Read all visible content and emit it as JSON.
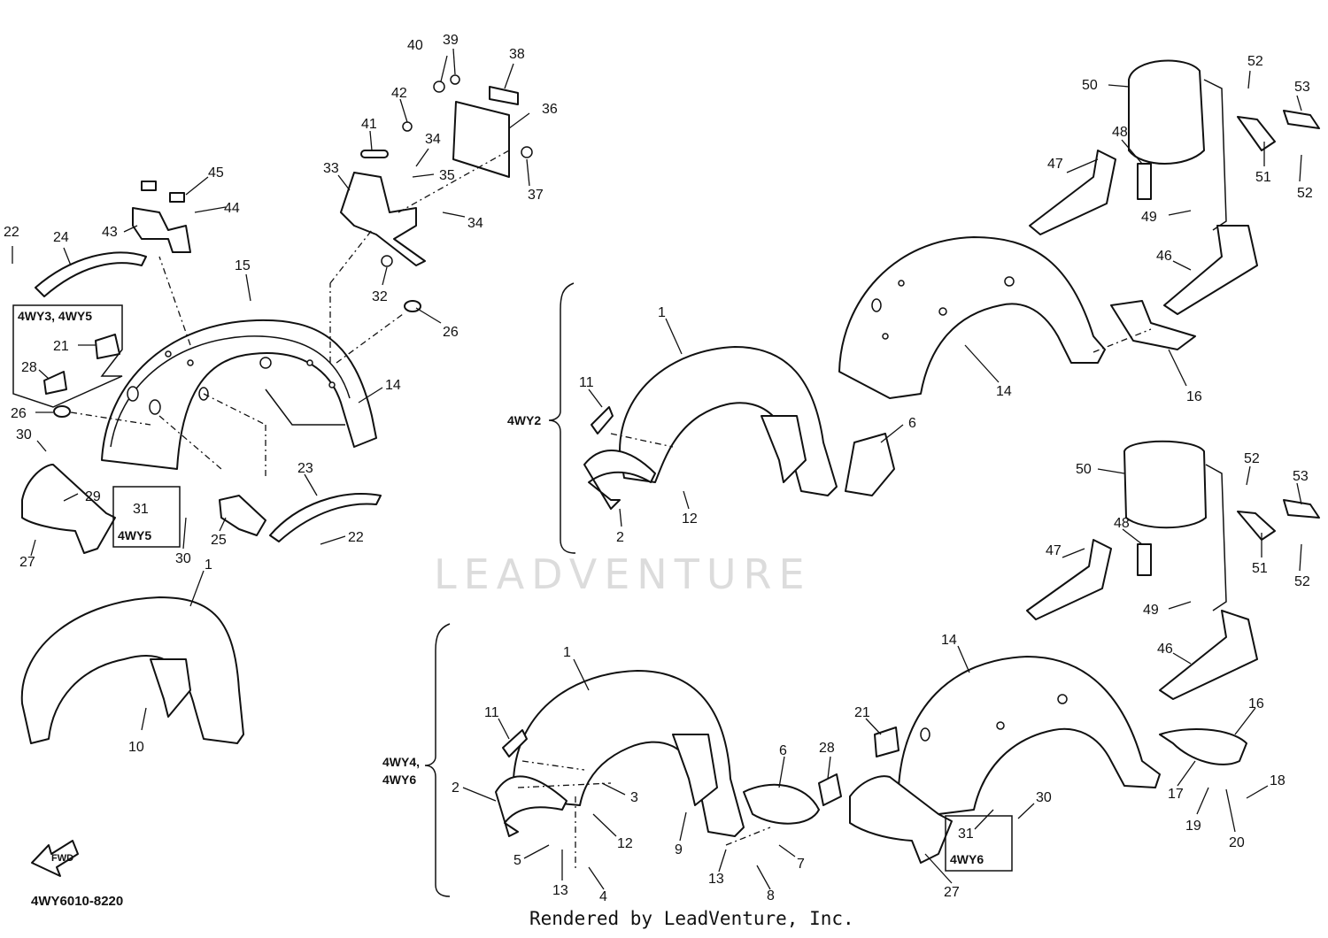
{
  "diagram": {
    "watermark": "LEADVENTURE",
    "drawing_code": "4WY6010-8220",
    "footer": "Rendered by LeadVenture, Inc.",
    "fwd_label": "FWD",
    "variant_labels": {
      "wy3_wy5": "4WY3, 4WY5",
      "wy5": "4WY5",
      "wy2": "4WY2",
      "wy4": "4WY4,",
      "wy6_group": "4WY6",
      "wy6_box": "4WY6"
    },
    "callouts": [
      {
        "id": "c40",
        "text": "40"
      },
      {
        "id": "c39",
        "text": "39"
      },
      {
        "id": "c38",
        "text": "38"
      },
      {
        "id": "c42",
        "text": "42"
      },
      {
        "id": "c36",
        "text": "36"
      },
      {
        "id": "c41",
        "text": "41"
      },
      {
        "id": "c34a",
        "text": "34"
      },
      {
        "id": "c35",
        "text": "35"
      },
      {
        "id": "c33",
        "text": "33"
      },
      {
        "id": "c37",
        "text": "37"
      },
      {
        "id": "c34b",
        "text": "34"
      },
      {
        "id": "c32",
        "text": "32"
      },
      {
        "id": "c45",
        "text": "45"
      },
      {
        "id": "c44",
        "text": "44"
      },
      {
        "id": "c43",
        "text": "43"
      },
      {
        "id": "c22a",
        "text": "22"
      },
      {
        "id": "c24",
        "text": "24"
      },
      {
        "id": "c15",
        "text": "15"
      },
      {
        "id": "c26a",
        "text": "26"
      },
      {
        "id": "c21a",
        "text": "21"
      },
      {
        "id": "c28a",
        "text": "28"
      },
      {
        "id": "c14a",
        "text": "14"
      },
      {
        "id": "c26b",
        "text": "26"
      },
      {
        "id": "c30a",
        "text": "30"
      },
      {
        "id": "c29",
        "text": "29"
      },
      {
        "id": "c31a",
        "text": "31"
      },
      {
        "id": "c23",
        "text": "23"
      },
      {
        "id": "c27a",
        "text": "27"
      },
      {
        "id": "c30b",
        "text": "30"
      },
      {
        "id": "c25",
        "text": "25"
      },
      {
        "id": "c22b",
        "text": "22"
      },
      {
        "id": "c1a",
        "text": "1"
      },
      {
        "id": "c10",
        "text": "10"
      },
      {
        "id": "c1b",
        "text": "1"
      },
      {
        "id": "c11a",
        "text": "11"
      },
      {
        "id": "c2a",
        "text": "2"
      },
      {
        "id": "c12a",
        "text": "12"
      },
      {
        "id": "c6a",
        "text": "6"
      },
      {
        "id": "c14b",
        "text": "14"
      },
      {
        "id": "c16a",
        "text": "16"
      },
      {
        "id": "c50a",
        "text": "50"
      },
      {
        "id": "c52a",
        "text": "52"
      },
      {
        "id": "c53a",
        "text": "53"
      },
      {
        "id": "c48a",
        "text": "48"
      },
      {
        "id": "c47a",
        "text": "47"
      },
      {
        "id": "c51a",
        "text": "51"
      },
      {
        "id": "c52b",
        "text": "52"
      },
      {
        "id": "c49a",
        "text": "49"
      },
      {
        "id": "c46a",
        "text": "46"
      },
      {
        "id": "c50b",
        "text": "50"
      },
      {
        "id": "c52c",
        "text": "52"
      },
      {
        "id": "c53b",
        "text": "53"
      },
      {
        "id": "c48b",
        "text": "48"
      },
      {
        "id": "c47b",
        "text": "47"
      },
      {
        "id": "c51b",
        "text": "51"
      },
      {
        "id": "c52d",
        "text": "52"
      },
      {
        "id": "c49b",
        "text": "49"
      },
      {
        "id": "c46b",
        "text": "46"
      },
      {
        "id": "c1c",
        "text": "1"
      },
      {
        "id": "c14c",
        "text": "14"
      },
      {
        "id": "c11b",
        "text": "11"
      },
      {
        "id": "c21b",
        "text": "21"
      },
      {
        "id": "c6b",
        "text": "6"
      },
      {
        "id": "c28b",
        "text": "28"
      },
      {
        "id": "c16b",
        "text": "16"
      },
      {
        "id": "c2b",
        "text": "2"
      },
      {
        "id": "c3",
        "text": "3"
      },
      {
        "id": "c12b",
        "text": "12"
      },
      {
        "id": "c9",
        "text": "9"
      },
      {
        "id": "c30c",
        "text": "30"
      },
      {
        "id": "c31b",
        "text": "31"
      },
      {
        "id": "c17",
        "text": "17"
      },
      {
        "id": "c18",
        "text": "18"
      },
      {
        "id": "c19",
        "text": "19"
      },
      {
        "id": "c20",
        "text": "20"
      },
      {
        "id": "c5",
        "text": "5"
      },
      {
        "id": "c7",
        "text": "7"
      },
      {
        "id": "c13a",
        "text": "13"
      },
      {
        "id": "c4",
        "text": "4"
      },
      {
        "id": "c13b",
        "text": "13"
      },
      {
        "id": "c8",
        "text": "8"
      },
      {
        "id": "c27b",
        "text": "27"
      }
    ]
  }
}
